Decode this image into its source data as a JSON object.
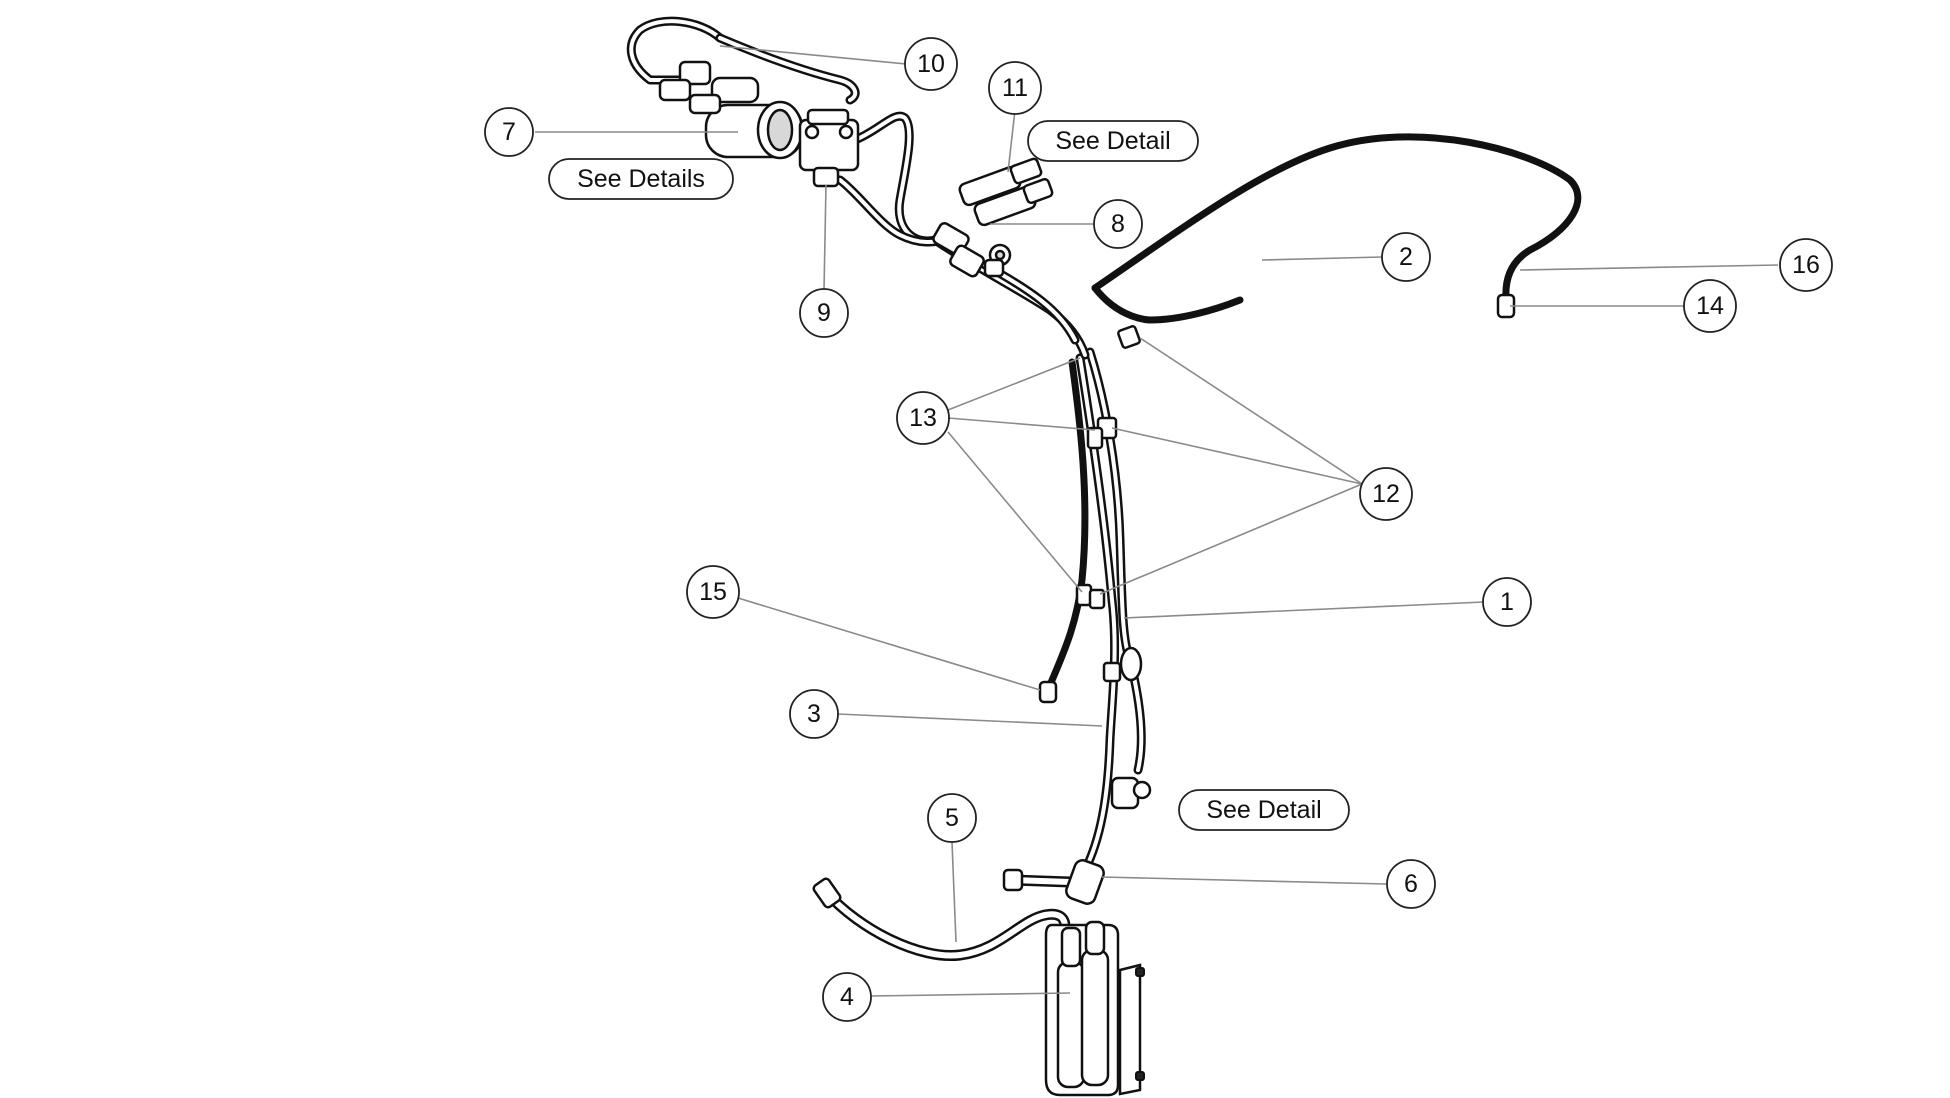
{
  "callouts": [
    {
      "id": "1",
      "label": "1"
    },
    {
      "id": "2",
      "label": "2"
    },
    {
      "id": "3",
      "label": "3"
    },
    {
      "id": "4",
      "label": "4"
    },
    {
      "id": "5",
      "label": "5"
    },
    {
      "id": "6",
      "label": "6"
    },
    {
      "id": "7",
      "label": "7"
    },
    {
      "id": "8",
      "label": "8"
    },
    {
      "id": "9",
      "label": "9"
    },
    {
      "id": "10",
      "label": "10"
    },
    {
      "id": "11",
      "label": "11"
    },
    {
      "id": "12",
      "label": "12"
    },
    {
      "id": "13",
      "label": "13"
    },
    {
      "id": "14",
      "label": "14"
    },
    {
      "id": "15",
      "label": "15"
    },
    {
      "id": "16",
      "label": "16"
    }
  ],
  "notes": {
    "see_details_top": "See Details",
    "see_detail_top": "See Detail",
    "see_detail_bottom": "See Detail"
  }
}
